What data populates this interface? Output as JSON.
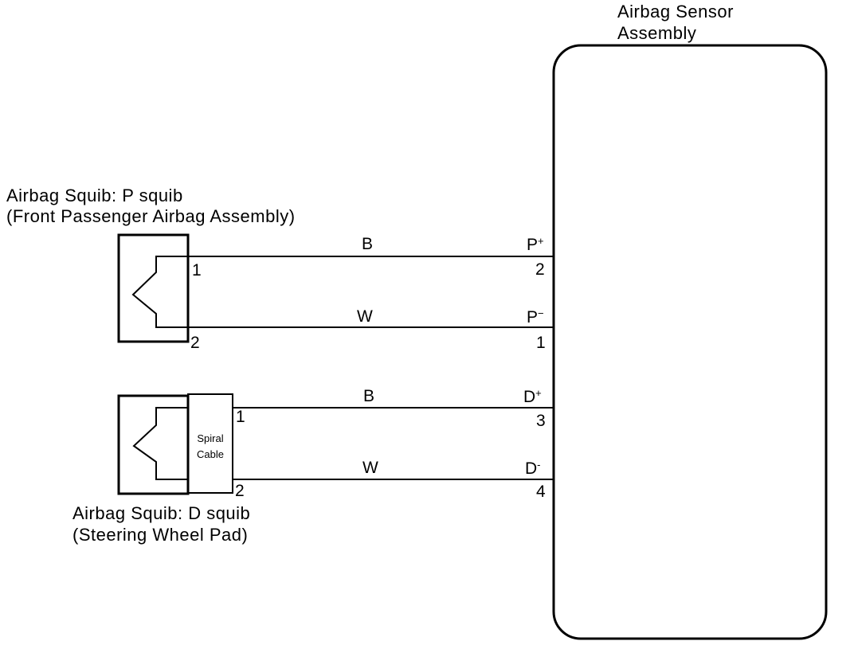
{
  "sensor_assembly": {
    "title_line1": "Airbag Sensor",
    "title_line2": "Assembly"
  },
  "p_squib": {
    "title_line1": "Airbag Squib:   P squib",
    "title_line2": "(Front Passenger Airbag Assembly)",
    "pin_plus": "1",
    "pin_minus": "2"
  },
  "d_squib": {
    "title_line1": "Airbag Squib:   D squib",
    "title_line2": "(Steering Wheel Pad)",
    "pin_plus": "1",
    "pin_minus": "2",
    "spiral_line1": "Spiral",
    "spiral_line2": "Cable"
  },
  "wires": [
    {
      "color": "B",
      "terminal": "P",
      "polarity": "+",
      "pin": "2"
    },
    {
      "color": "W",
      "terminal": "P",
      "polarity": "−",
      "pin": "1"
    },
    {
      "color": "B",
      "terminal": "D",
      "polarity": "+",
      "pin": "3"
    },
    {
      "color": "W",
      "terminal": "D",
      "polarity": "-",
      "pin": "4"
    }
  ]
}
